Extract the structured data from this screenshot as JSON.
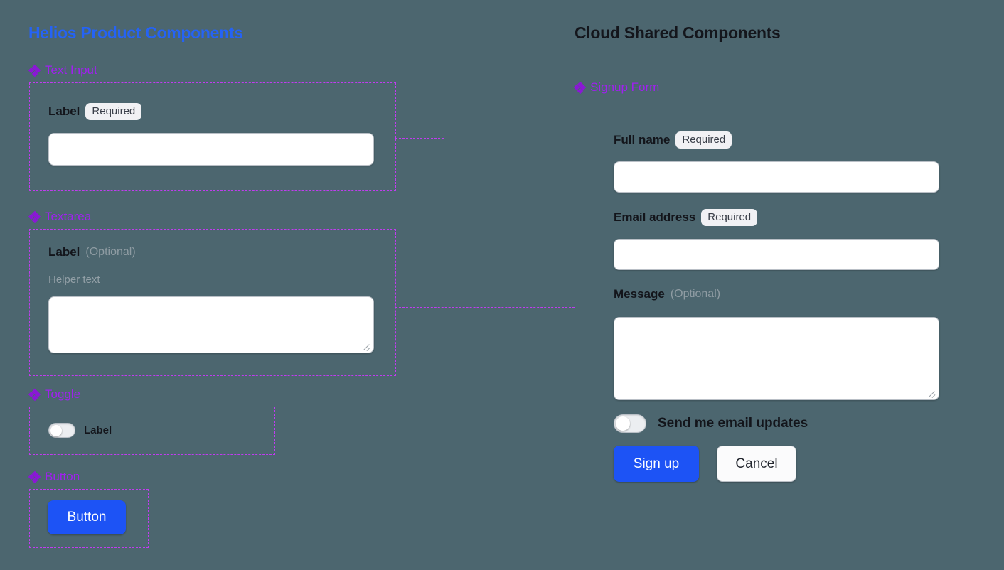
{
  "canvas": {
    "background_color": "#4c666f",
    "connector_color": "#c13cf0",
    "accent_blue": "#2563f5",
    "accent_purple": "#a020f0"
  },
  "columns": {
    "left": {
      "title": "Helios Product Components",
      "title_color": "#2563f5"
    },
    "right": {
      "title": "Cloud Shared Components",
      "title_color": "#14161c"
    }
  },
  "left_sections": [
    {
      "id": "text-input",
      "icon": "diamond-components-icon",
      "label": "Text Input"
    },
    {
      "id": "textarea",
      "icon": "diamond-components-icon",
      "label": "Textarea"
    },
    {
      "id": "toggle",
      "icon": "diamond-components-icon",
      "label": "Toggle"
    },
    {
      "id": "button",
      "icon": "diamond-components-icon",
      "label": "Button"
    }
  ],
  "text_input_component": {
    "label": "Label",
    "badge": "Required",
    "input_value": "",
    "input_placeholder": ""
  },
  "textarea_component": {
    "label": "Label",
    "optional": "(Optional)",
    "helper_text": "Helper text",
    "textarea_value": "",
    "textarea_placeholder": "",
    "resize_handle": "resize-grip-icon"
  },
  "toggle_component": {
    "label": "Label",
    "state": "off"
  },
  "button_component": {
    "label": "Button",
    "variant": "primary",
    "color": "#1d53f5"
  },
  "right_sections": [
    {
      "id": "signup-form",
      "icon": "diamond-components-icon",
      "label": "Signup Form"
    }
  ],
  "signup_form": {
    "fields": [
      {
        "id": "full-name",
        "label": "Full name",
        "badge": "Required",
        "optional": "",
        "type": "text",
        "value": "",
        "placeholder": ""
      },
      {
        "id": "email-address",
        "label": "Email address",
        "badge": "Required",
        "optional": "",
        "type": "text",
        "value": "",
        "placeholder": ""
      },
      {
        "id": "message",
        "label": "Message",
        "badge": "",
        "optional": "(Optional)",
        "type": "textarea",
        "value": "",
        "placeholder": ""
      }
    ],
    "toggle": {
      "label": "Send me email updates",
      "state": "off"
    },
    "actions": {
      "primary": "Sign up",
      "secondary": "Cancel"
    }
  }
}
